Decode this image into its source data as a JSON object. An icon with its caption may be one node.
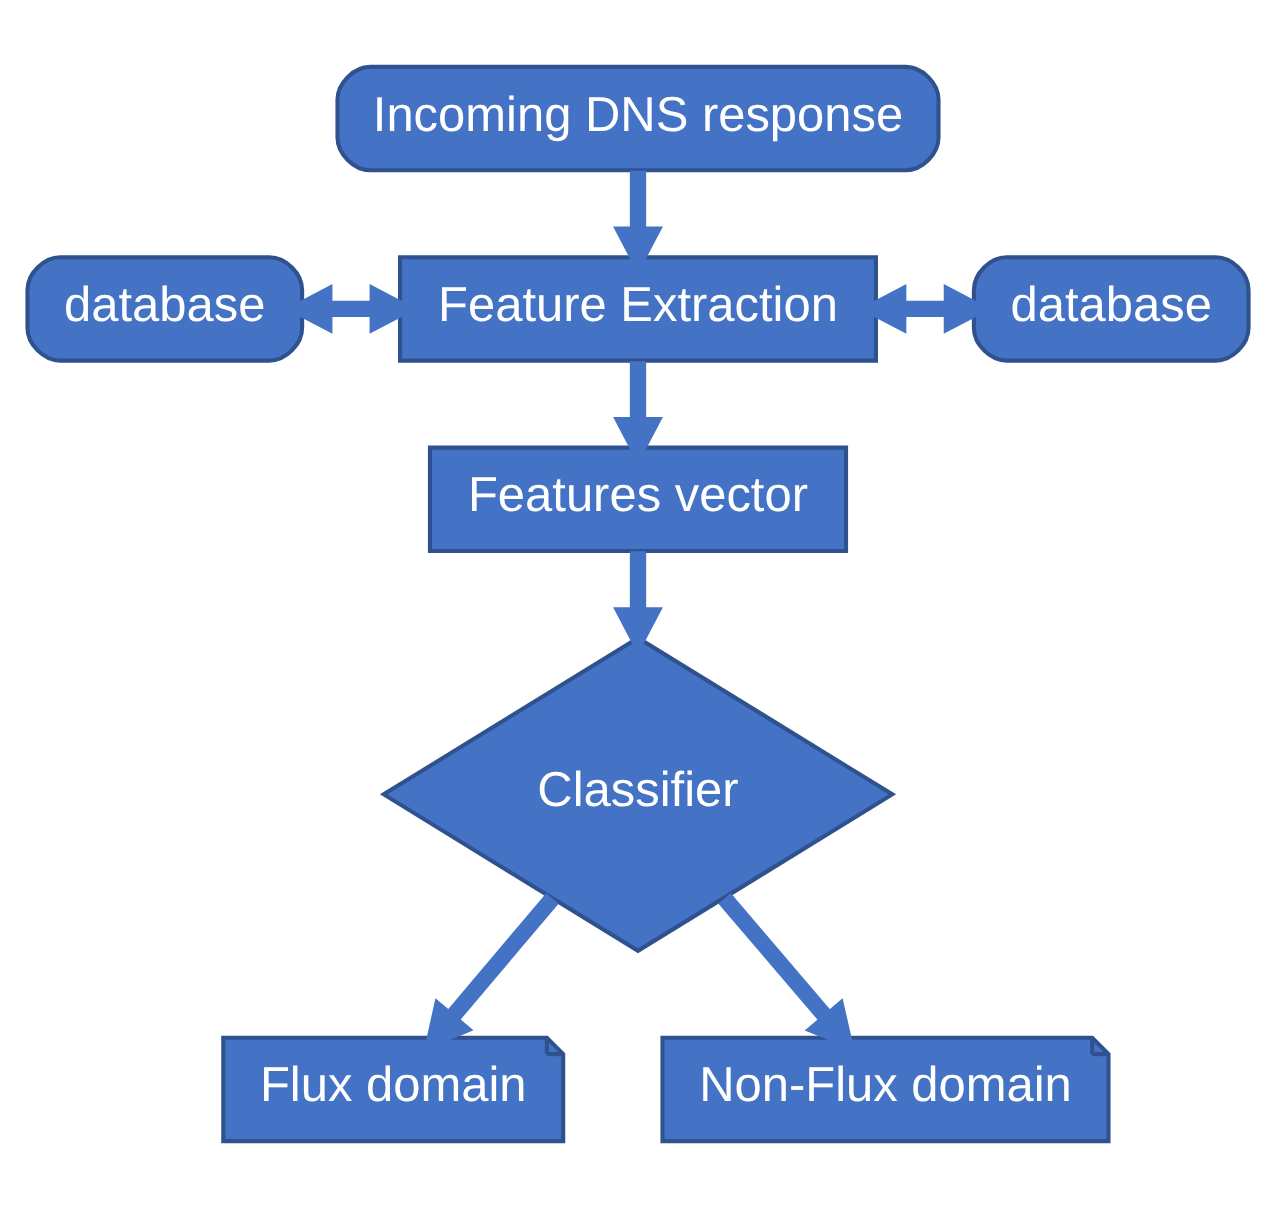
{
  "diagram": {
    "nodes": [
      {
        "text": [
          "Incoming DNS response"
        ]
      },
      {
        "text": [
          "database"
        ]
      },
      {
        "text": [
          "Feature Extraction"
        ]
      },
      {
        "text": [
          "database"
        ]
      },
      {
        "text": [
          "Features vector"
        ]
      },
      {
        "text": [
          "Classifier"
        ]
      },
      {
        "text": [
          "Flux domain"
        ]
      },
      {
        "text": [
          "Non-Flux domain"
        ]
      }
    ],
    "edges": [
      {
        "from": 0,
        "to": 2,
        "arrow": "to"
      },
      {
        "from": 1,
        "to": 2,
        "arrow": "both"
      },
      {
        "from": 2,
        "to": 3,
        "arrow": "both"
      },
      {
        "from": 2,
        "to": 4,
        "arrow": "to"
      },
      {
        "from": 4,
        "to": 5,
        "arrow": "to"
      },
      {
        "from": 5,
        "to": 6,
        "arrow": "to"
      },
      {
        "from": 5,
        "to": 7,
        "arrow": "to"
      }
    ]
  }
}
